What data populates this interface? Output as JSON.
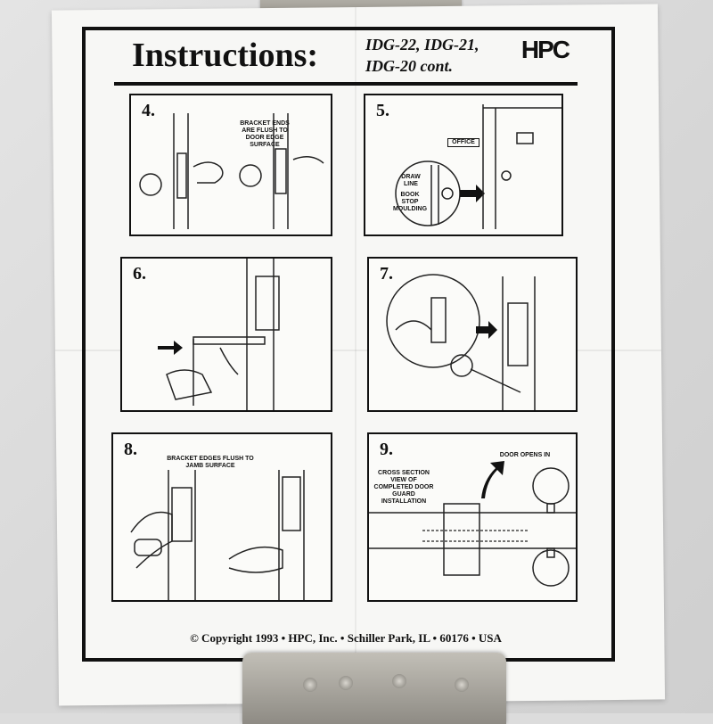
{
  "header": {
    "title": "Instructions:",
    "subtitle_line1": "IDG-22, IDG-21,",
    "subtitle_line2": "IDG-20 cont.",
    "logo": "HPC"
  },
  "panels": [
    {
      "step": "4.",
      "notes": [
        "BRACKET ENDS ARE FLUSH TO DOOR EDGE SURFACE"
      ]
    },
    {
      "step": "5.",
      "notes": [
        "OFFICE",
        "DRAW LINE",
        "BOOK STOP MOULDING"
      ]
    },
    {
      "step": "6.",
      "notes": []
    },
    {
      "step": "7.",
      "notes": []
    },
    {
      "step": "8.",
      "notes": [
        "BRACKET EDGES FLUSH TO JAMB SURFACE"
      ]
    },
    {
      "step": "9.",
      "notes": [
        "DOOR OPENS IN",
        "CROSS SECTION VIEW OF COMPLETED DOOR GUARD INSTALLATION"
      ]
    }
  ],
  "footer": {
    "copyright": "© Copyright 1993 • HPC, Inc. • Schiller Park, IL • 60176 • USA"
  }
}
